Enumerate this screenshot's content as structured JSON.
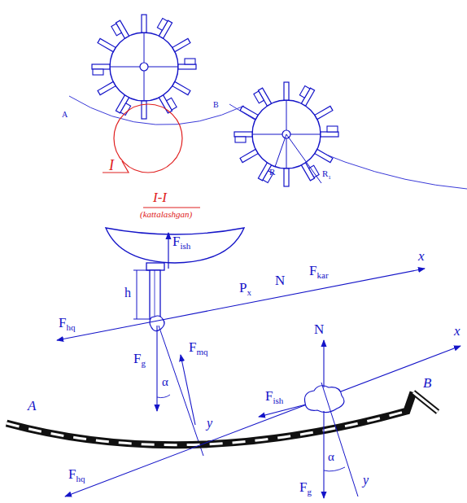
{
  "diagram": {
    "labels": [
      "A",
      "B",
      "R",
      "R1",
      "I",
      "I-I",
      "(kattalashgan)",
      "Fish",
      "h",
      "Px",
      "N",
      "Fkar",
      "x",
      "Fhq",
      "Fmq",
      "Fg",
      "α",
      "y",
      "A",
      "N",
      "Fish",
      "x",
      "B",
      "Fhq",
      "Fg",
      "α",
      "y"
    ]
  }
}
